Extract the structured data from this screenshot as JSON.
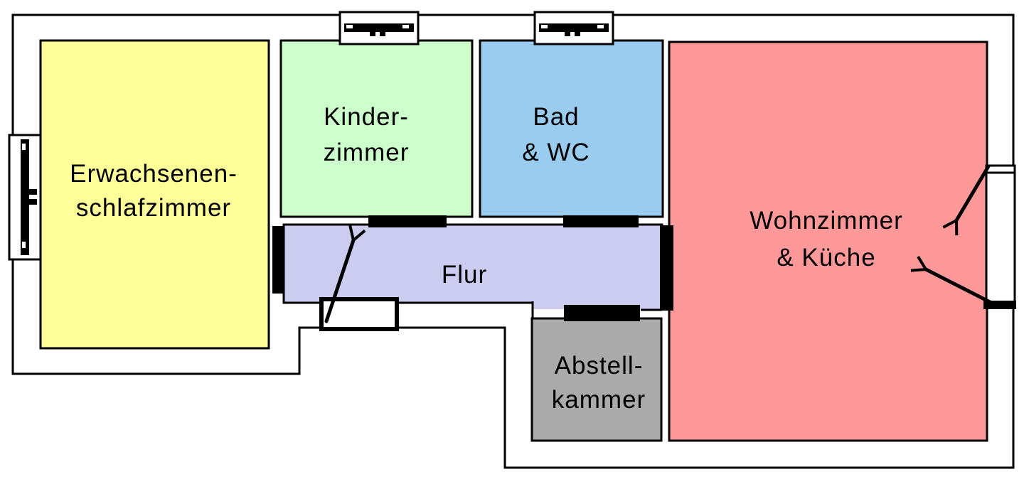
{
  "plan": {
    "rooms": [
      {
        "id": "erwachsenenschlafzimmer",
        "label_line1": "Erwachsenen-",
        "label_line2": "schlafzimmer",
        "color": "#ffff99"
      },
      {
        "id": "kinderzimmer",
        "label_line1": "Kinder-",
        "label_line2": "zimmer",
        "color": "#ccffcc"
      },
      {
        "id": "bad-wc",
        "label_line1": "Bad",
        "label_line2": "& WC",
        "color": "#99ccee"
      },
      {
        "id": "wohnzimmer-kueche",
        "label_line1": "Wohnzimmer",
        "label_line2": "& Küche",
        "color": "#ff9999"
      },
      {
        "id": "flur",
        "label": "Flur",
        "color": "#ccccf0"
      },
      {
        "id": "abstellkammer",
        "label_line1": "Abstell-",
        "label_line2": "kammer",
        "color": "#aaaaaa"
      }
    ],
    "colors": {
      "wall": "#000000",
      "background": "#ffffff",
      "door_bar": "#000000",
      "window_fill": "#ffffff",
      "text": "#000000"
    },
    "symbols": {
      "windows": [
        "window-kinderzimmer",
        "window-bad-wc",
        "window-schlafzimmer"
      ],
      "doors": [
        "door-kinderzimmer",
        "door-bad-wc",
        "door-schlafzimmer",
        "door-wohnzimmer",
        "door-abstellkammer",
        "entrance-door",
        "balcony-door"
      ],
      "arrows": [
        "entrance-arrow",
        "balcony-arrow-upper",
        "balcony-arrow-lower"
      ]
    }
  }
}
